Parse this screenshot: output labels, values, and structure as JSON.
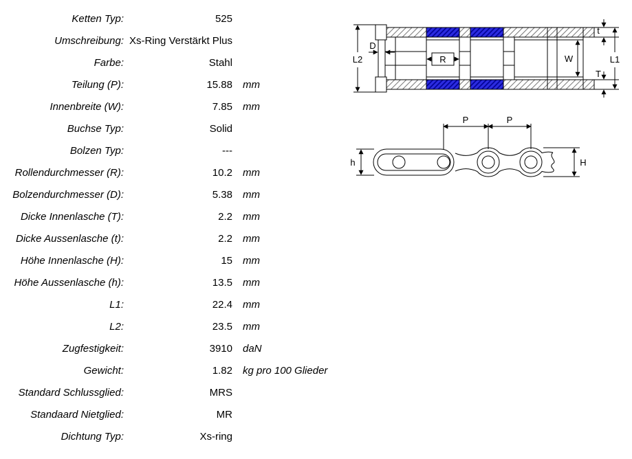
{
  "page": {
    "background": "#ffffff"
  },
  "specs": {
    "rows": [
      {
        "label": "Ketten Typ:",
        "value": "525",
        "unit": ""
      },
      {
        "label": "Umschreibung:",
        "value": "Xs-Ring Verstärkt Plus",
        "unit": ""
      },
      {
        "label": "Farbe:",
        "value": "Stahl",
        "unit": ""
      },
      {
        "label": "Teilung (P):",
        "value": "15.88",
        "unit": "mm"
      },
      {
        "label": "Innenbreite (W):",
        "value": "7.85",
        "unit": "mm"
      },
      {
        "label": "Buchse Typ:",
        "value": "Solid",
        "unit": ""
      },
      {
        "label": "Bolzen Typ:",
        "value": "---",
        "unit": ""
      },
      {
        "label": "Rollendurchmesser (R):",
        "value": "10.2",
        "unit": "mm"
      },
      {
        "label": "Bolzendurchmesser (D):",
        "value": "5.38",
        "unit": "mm"
      },
      {
        "label": "Dicke Innenlasche (T):",
        "value": "2.2",
        "unit": "mm"
      },
      {
        "label": "Dicke Aussenlasche (t):",
        "value": "2.2",
        "unit": "mm"
      },
      {
        "label": "Höhe Innenlasche (H):",
        "value": "15",
        "unit": "mm"
      },
      {
        "label": "Höhe Aussenlasche (h):",
        "value": "13.5",
        "unit": "mm"
      },
      {
        "label": "L1:",
        "value": "22.4",
        "unit": "mm"
      },
      {
        "label": "L2:",
        "value": "23.5",
        "unit": "mm"
      },
      {
        "label": "Zugfestigkeit:",
        "value": "3910",
        "unit": "daN"
      },
      {
        "label": "Gewicht:",
        "value": "1.82",
        "unit": "kg pro 100 Glieder"
      },
      {
        "label": "Standard Schlussglied:",
        "value": "MRS",
        "unit": ""
      },
      {
        "label": "Standaard Nietglied:",
        "value": "MR",
        "unit": ""
      },
      {
        "label": "Dichtung Typ:",
        "value": "Xs-ring",
        "unit": ""
      }
    ]
  },
  "diagrams": {
    "top_view": {
      "labels": {
        "L2": "L2",
        "D": "D",
        "R": "R",
        "W": "W",
        "t": "t",
        "T": "T",
        "L1": "L1"
      }
    },
    "side_view": {
      "labels": {
        "P1": "P",
        "P2": "P",
        "h": "h",
        "H": "H"
      }
    }
  },
  "colors": {
    "xring_blue": "#2b2be0",
    "xring_blue_dark": "#000090"
  }
}
